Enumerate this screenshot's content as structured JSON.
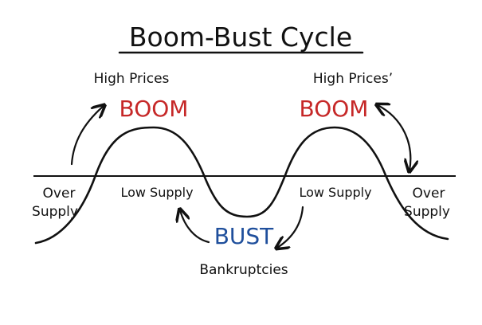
{
  "title": "Boom-Bust Cycle",
  "labels": {
    "high_prices_left": "High Prices",
    "high_prices_right": "High Prices’",
    "boom_left": "BOOM",
    "boom_right": "BOOM",
    "bust": "BUST",
    "bankruptcies": "Bankruptcies",
    "low_supply_left": "Low Supply",
    "low_supply_right": "Low Supply",
    "over_left_line1": "Over",
    "over_left_line2": "Supply",
    "over_right_line1": "Over",
    "over_right_line2": "Supply"
  },
  "colors": {
    "ink": "#111111",
    "boom": "#c62828",
    "bust": "#1f4f9c",
    "background": "#ffffff"
  }
}
